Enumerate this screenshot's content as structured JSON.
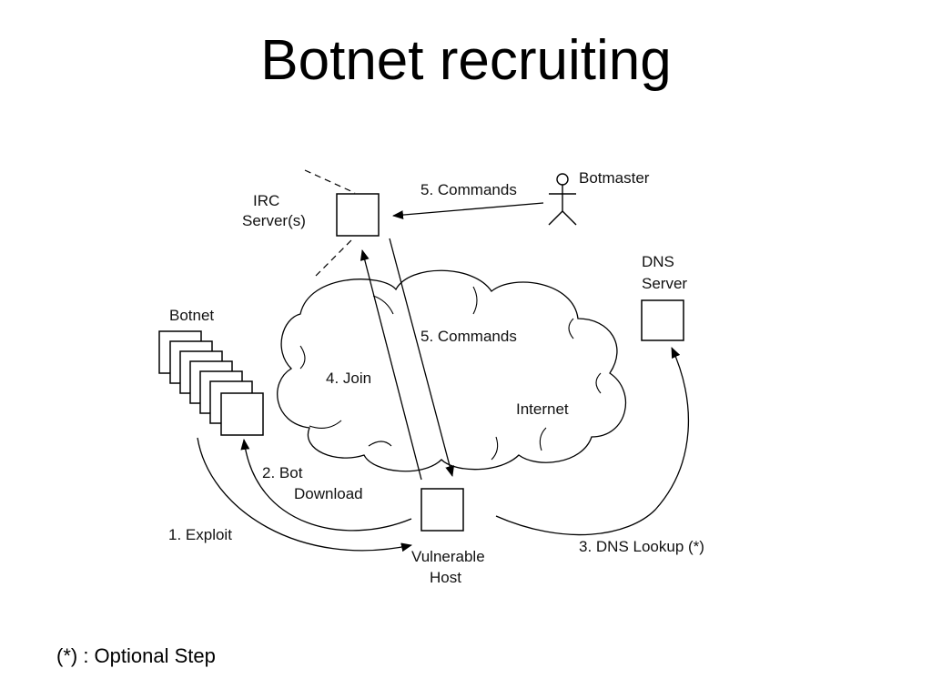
{
  "slide": {
    "title": "Botnet recruiting",
    "footnote": "(*) : Optional Step"
  },
  "diagram": {
    "nodes": {
      "irc_server": [
        "IRC",
        "Server(s)"
      ],
      "botmaster": "Botmaster",
      "dns_server": [
        "DNS",
        "Server"
      ],
      "botnet": "Botnet",
      "vulnerable_host": [
        "Vulnerable",
        "Host"
      ],
      "internet": "Internet"
    },
    "edges": {
      "commands_botmaster": "5. Commands",
      "commands_internet": "5. Commands",
      "join": "4. Join",
      "bot_download": [
        "2. Bot",
        "Download"
      ],
      "exploit": "1. Exploit",
      "dns_lookup": "3. DNS Lookup (*)"
    }
  }
}
